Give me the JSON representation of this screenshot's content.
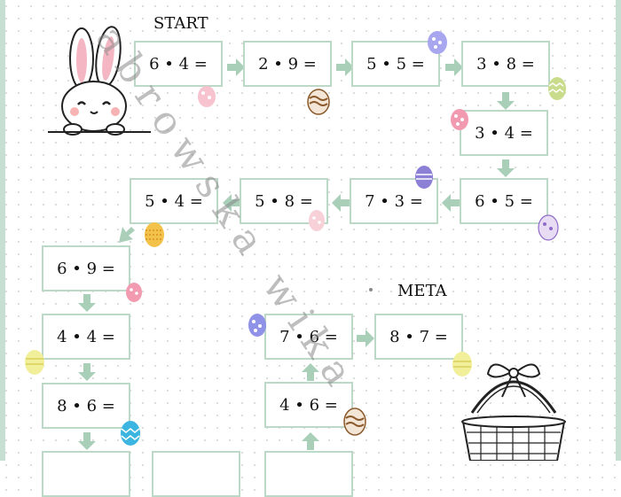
{
  "labels": {
    "start": "START",
    "meta": "META"
  },
  "watermark": "abrowska wika",
  "boxes": [
    "6 • 4 =",
    "2 • 9 =",
    "5 • 5 =",
    "3 • 8 =",
    "3 • 4 =",
    "6 • 5 =",
    "7 • 3 =",
    "5 • 8 =",
    "5 • 4 =",
    "6 • 9 =",
    "4 • 4 =",
    "8 • 6 =",
    "4 • 6 =",
    "7 • 6 =",
    "8 • 7 ="
  ],
  "colors": {
    "frame": "#bcd9c8",
    "arrow": "#a9cfb8"
  },
  "icons": [
    "bunny-icon",
    "easter-egg-icon",
    "basket-icon"
  ]
}
